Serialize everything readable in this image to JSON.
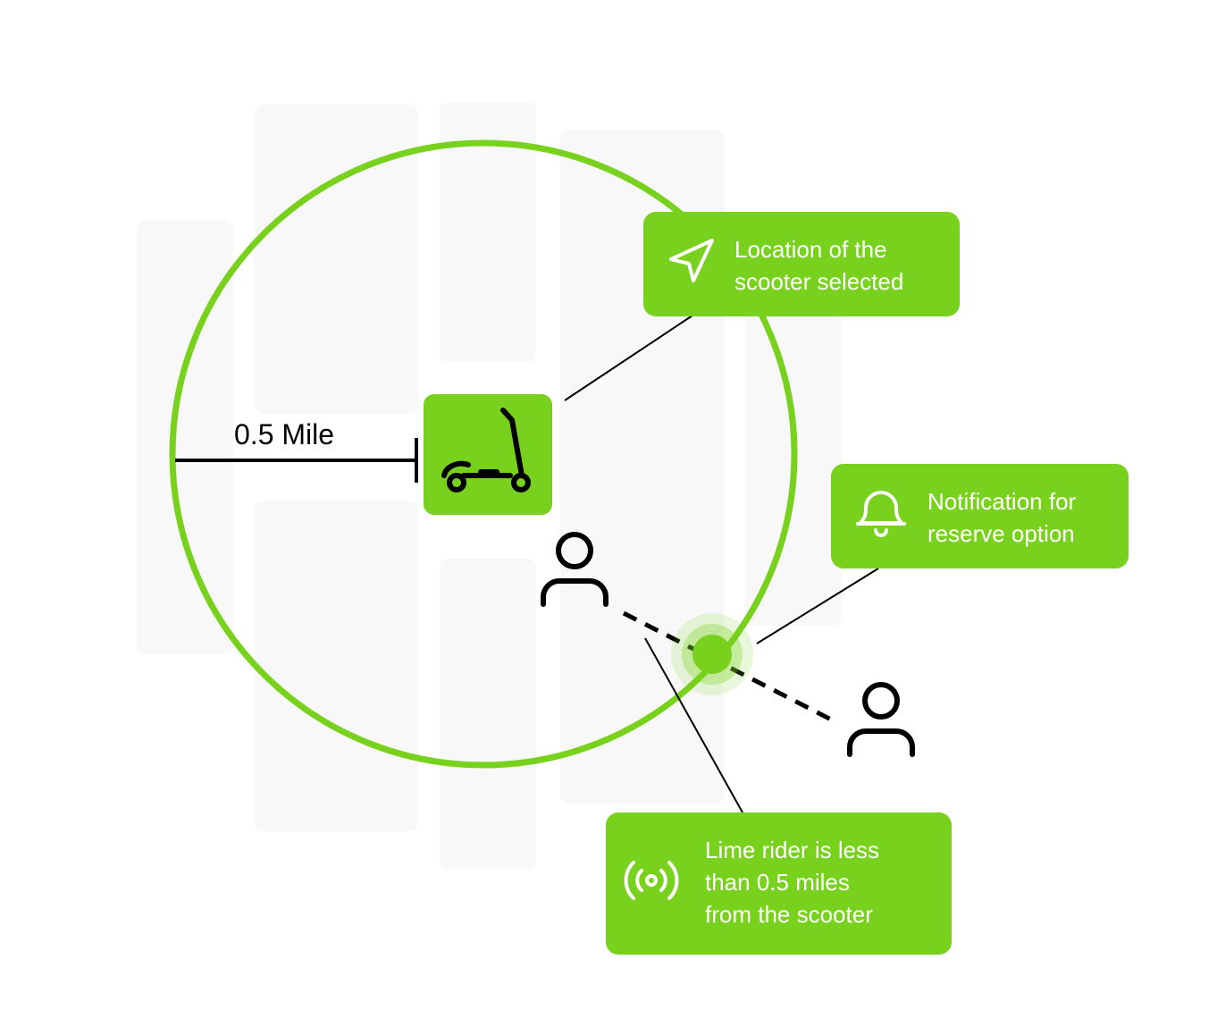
{
  "colors": {
    "brand_green": "#78d11c",
    "block_gray": "#f8f8f8",
    "ink": "#000000",
    "text_on_green": "#ffffff"
  },
  "radius": {
    "label": "0.5 Mile"
  },
  "scooter_marker": {
    "icon": "scooter-icon"
  },
  "riders": [
    {
      "icon": "person-icon"
    },
    {
      "icon": "person-icon"
    }
  ],
  "proximity_point": {
    "icon": "pulse-dot"
  },
  "callouts": {
    "location": {
      "icon": "navigation-arrow-icon",
      "lines": [
        "Location of the",
        "scooter selected"
      ]
    },
    "notification": {
      "icon": "bell-icon",
      "lines": [
        "Notification for",
        "reserve option"
      ]
    },
    "proximity": {
      "icon": "broadcast-signal-icon",
      "lines": [
        "Lime rider is less",
        "than 0.5 miles",
        "from the scooter"
      ]
    }
  }
}
